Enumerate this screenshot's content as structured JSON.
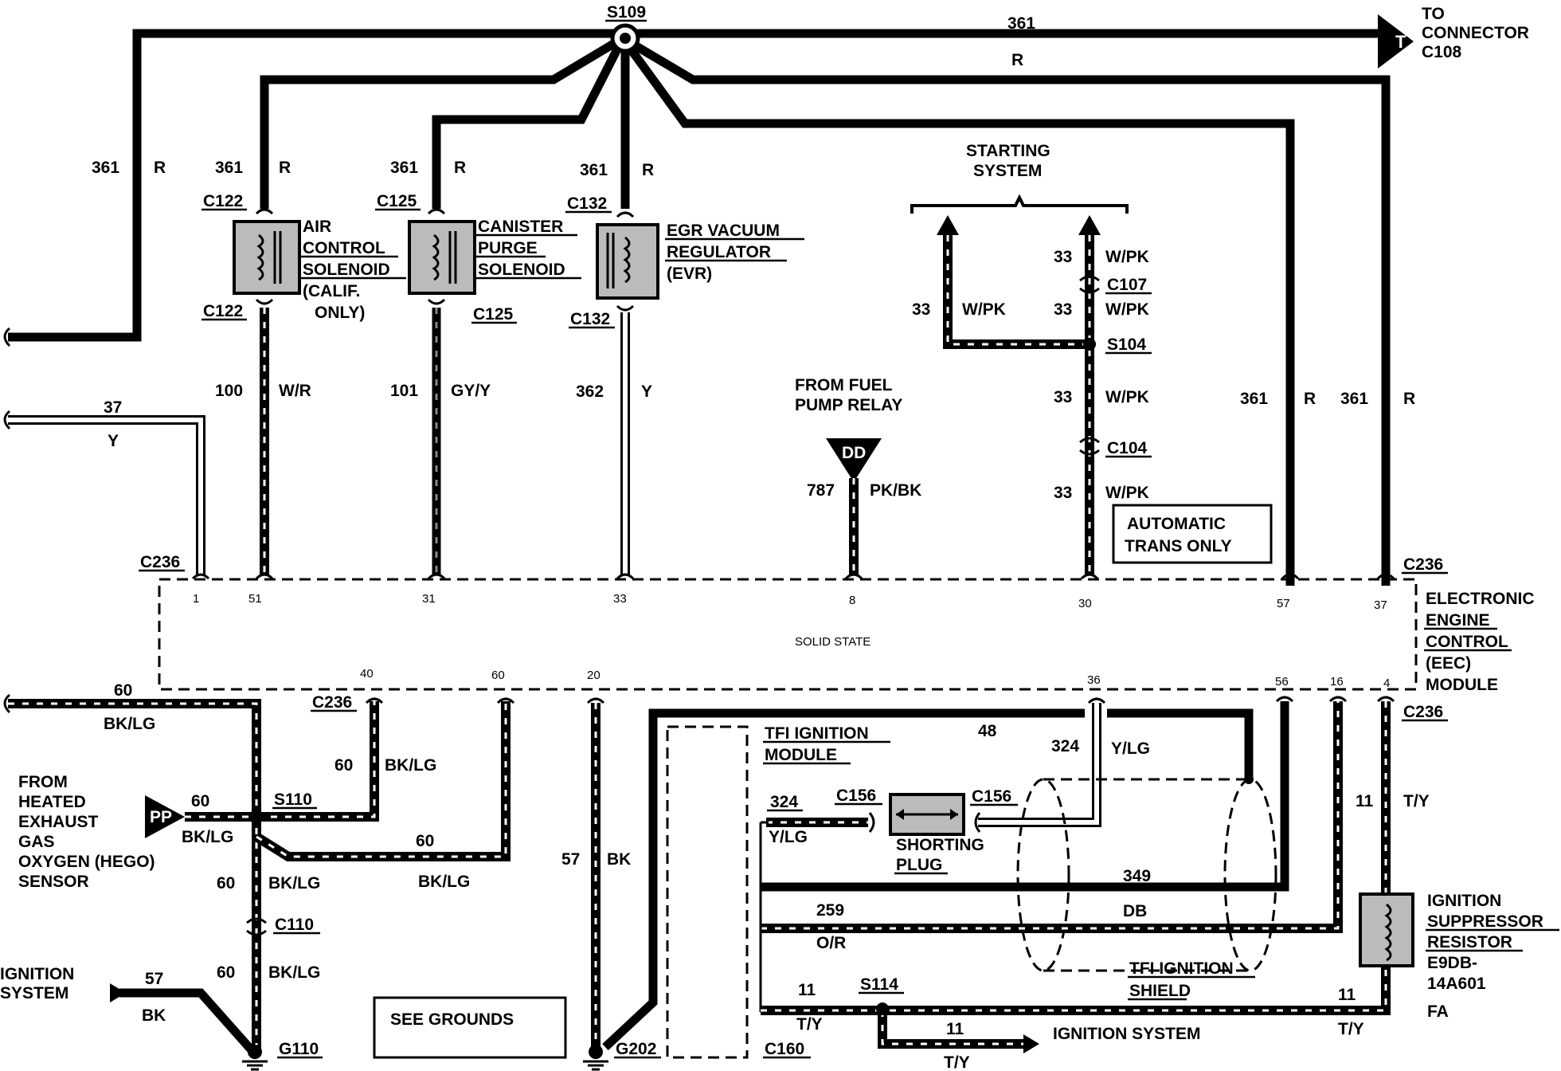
{
  "splices": {
    "s109": "S109",
    "s104": "S104",
    "s110": "S110",
    "s114": "S114"
  },
  "connectors": {
    "c122_top": "C122",
    "c122_bot": "C122",
    "c125_top": "C125",
    "c125_bot": "C125",
    "c132_top": "C132",
    "c132_bot": "C132",
    "c107": "C107",
    "c104": "C104",
    "c236_left": "C236",
    "c236_right": "C236",
    "c236_bl": "C236",
    "c236_br": "C236",
    "c156_a": "C156",
    "c156_b": "C156",
    "c110": "C110",
    "c160": "C160"
  },
  "grounds": {
    "g110": "G110",
    "g202": "G202"
  },
  "to_connector": {
    "line1": "TO",
    "line2": "CONNECTOR",
    "line3": "C108",
    "marker": "T"
  },
  "wires": {
    "top_num": "361",
    "top_color": "R",
    "left_num": "361",
    "left_color": "R",
    "acs_num": "361",
    "acs_color": "R",
    "cps_num": "361",
    "cps_color": "R",
    "evr_num": "361",
    "evr_color": "R",
    "w100_num": "100",
    "w100_color": "W/R",
    "w101_num": "101",
    "w101_color": "GY/Y",
    "w362_num": "362",
    "w362_color": "Y",
    "w37_num": "37",
    "w37_color": "Y",
    "w787_num": "787",
    "w787_color": "PK/BK",
    "s33a_num": "33",
    "s33a_color": "W/PK",
    "s33b_num": "33",
    "s33b_color": "W/PK",
    "s33c_num": "33",
    "s33c_color": "W/PK",
    "s33d_num": "33",
    "s33d_color": "W/PK",
    "s33e_num": "33",
    "s33e_color": "W/PK",
    "r361a_num": "361",
    "r361a_color": "R",
    "r361b_num": "361",
    "r361b_color": "R",
    "w60_top_num": "60",
    "w60_top_color": "BK/LG",
    "w60_pp_num": "60",
    "w60_pp_color": "BK/LG",
    "w60_c236_num": "60",
    "w60_c236_color": "BK/LG",
    "w60_mid_num": "60",
    "w60_mid_color": "BK/LG",
    "w60_down_num": "60",
    "w60_down_color": "BK/LG",
    "w60_low_num": "60",
    "w60_low_color": "BK/LG",
    "w57_ign_num": "57",
    "w57_ign_color": "BK",
    "w57_num": "57",
    "w57_color": "BK",
    "w48_num": "48",
    "w324_num": "324",
    "w324_color": "Y/LG",
    "w324b_num": "324",
    "w324b_color": "Y/LG",
    "w349_num": "349",
    "w349_color": "DB",
    "w259_num": "259",
    "w259_color": "O/R",
    "w11a_num": "11",
    "w11a_color": "T/Y",
    "w11b_num": "11",
    "w11b_color": "T/Y",
    "w11c_num": "11",
    "w11c_color": "T/Y",
    "w11d_num": "11",
    "w11d_color": "T/Y"
  },
  "components": {
    "acs": [
      "AIR",
      "CONTROL",
      "SOLENOID",
      "(CALIF.",
      "ONLY)"
    ],
    "cps": [
      "CANISTER",
      "PURGE",
      "SOLENOID"
    ],
    "evr": [
      "EGR VACUUM",
      "REGULATOR",
      "(EVR)"
    ],
    "starting": [
      "STARTING",
      "SYSTEM"
    ],
    "fuel": [
      "FROM FUEL",
      "PUMP RELAY"
    ],
    "fuel_marker": "DD",
    "auto_trans": [
      "AUTOMATIC",
      "TRANS ONLY"
    ],
    "eec": [
      "ELECTRONIC",
      "ENGINE",
      "CONTROL",
      "(EEC)",
      "MODULE"
    ],
    "solid_state": "SOLID STATE",
    "hego": [
      "FROM",
      "HEATED",
      "EXHAUST",
      "GAS",
      "OXYGEN (HEGO)",
      "SENSOR"
    ],
    "hego_marker": "PP",
    "ign_sys_left": [
      "IGNITION",
      "SYSTEM"
    ],
    "see_grounds": "SEE GROUNDS",
    "tfi_module": [
      "TFI IGNITION",
      "MODULE"
    ],
    "shorting_plug": [
      "SHORTING",
      "PLUG"
    ],
    "tfi_shield": [
      "TFI IGNITION",
      "SHIELD"
    ],
    "ign_sys_bottom": "IGNITION SYSTEM",
    "suppressor": [
      "IGNITION",
      "SUPPRESSOR",
      "RESISTOR",
      "E9DB-",
      "14A601",
      "FA"
    ]
  },
  "pins": {
    "p1": "1",
    "p51": "51",
    "p31": "31",
    "p33": "33",
    "p8": "8",
    "p30": "30",
    "p57": "57",
    "p37": "37",
    "p40": "40",
    "p60": "60",
    "p20": "20",
    "p36": "36",
    "p56": "56",
    "p16": "16",
    "p4": "4"
  }
}
